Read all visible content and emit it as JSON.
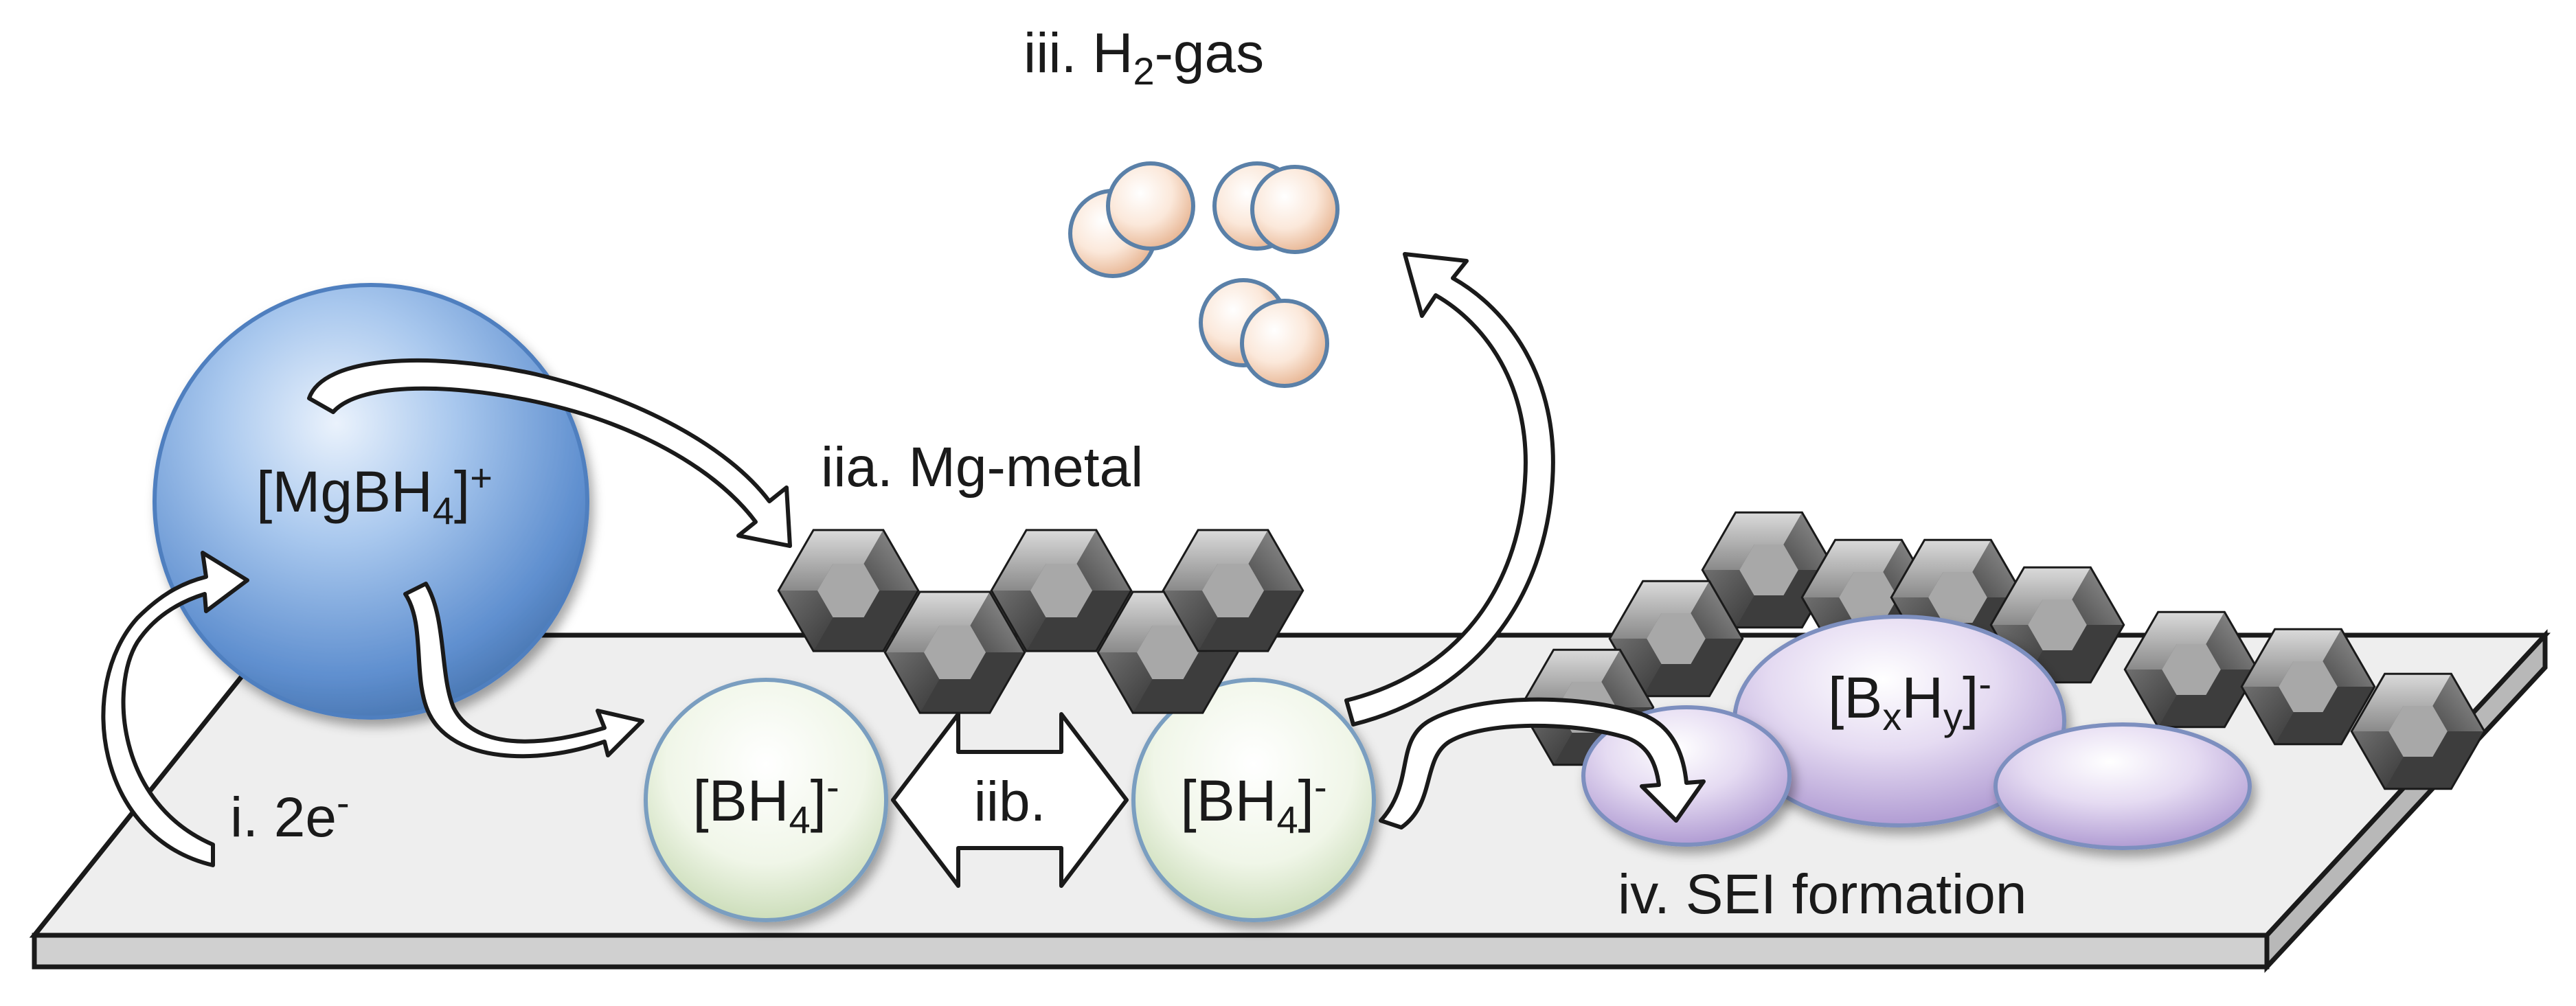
{
  "labels": {
    "step_iii_prefix": "iii. H",
    "step_iii_sub": "2",
    "step_iii_suffix": "-gas",
    "step_iia": "iia. Mg-metal",
    "step_i_main": "i. 2e",
    "step_i_sup": "-",
    "step_iib": "iib.",
    "step_iv": "iv. SEI formation"
  },
  "species": {
    "mgbh4_main": "[MgBH",
    "mgbh4_sub": "4",
    "mgbh4_close": "]",
    "mgbh4_sup": "+",
    "bh4_main": "[BH",
    "bh4_sub": "4",
    "bh4_close": "]",
    "bh4_sup": "-",
    "bxhy_open": "[B",
    "bxhy_sub_x": "x",
    "bxhy_h": "H",
    "bxhy_sub_y": "y",
    "bxhy_close": "]",
    "bxhy_sup": "-"
  },
  "colors": {
    "mgbh4_sphere": "#6a9ad6",
    "bh4_sphere": "#dbe9cf",
    "bxhy_ellipse": "#b59fd6",
    "h2_sphere": "#f1c7a8",
    "mg_crystal": "#7a7a7a",
    "electrode": "#dcdcdc"
  }
}
